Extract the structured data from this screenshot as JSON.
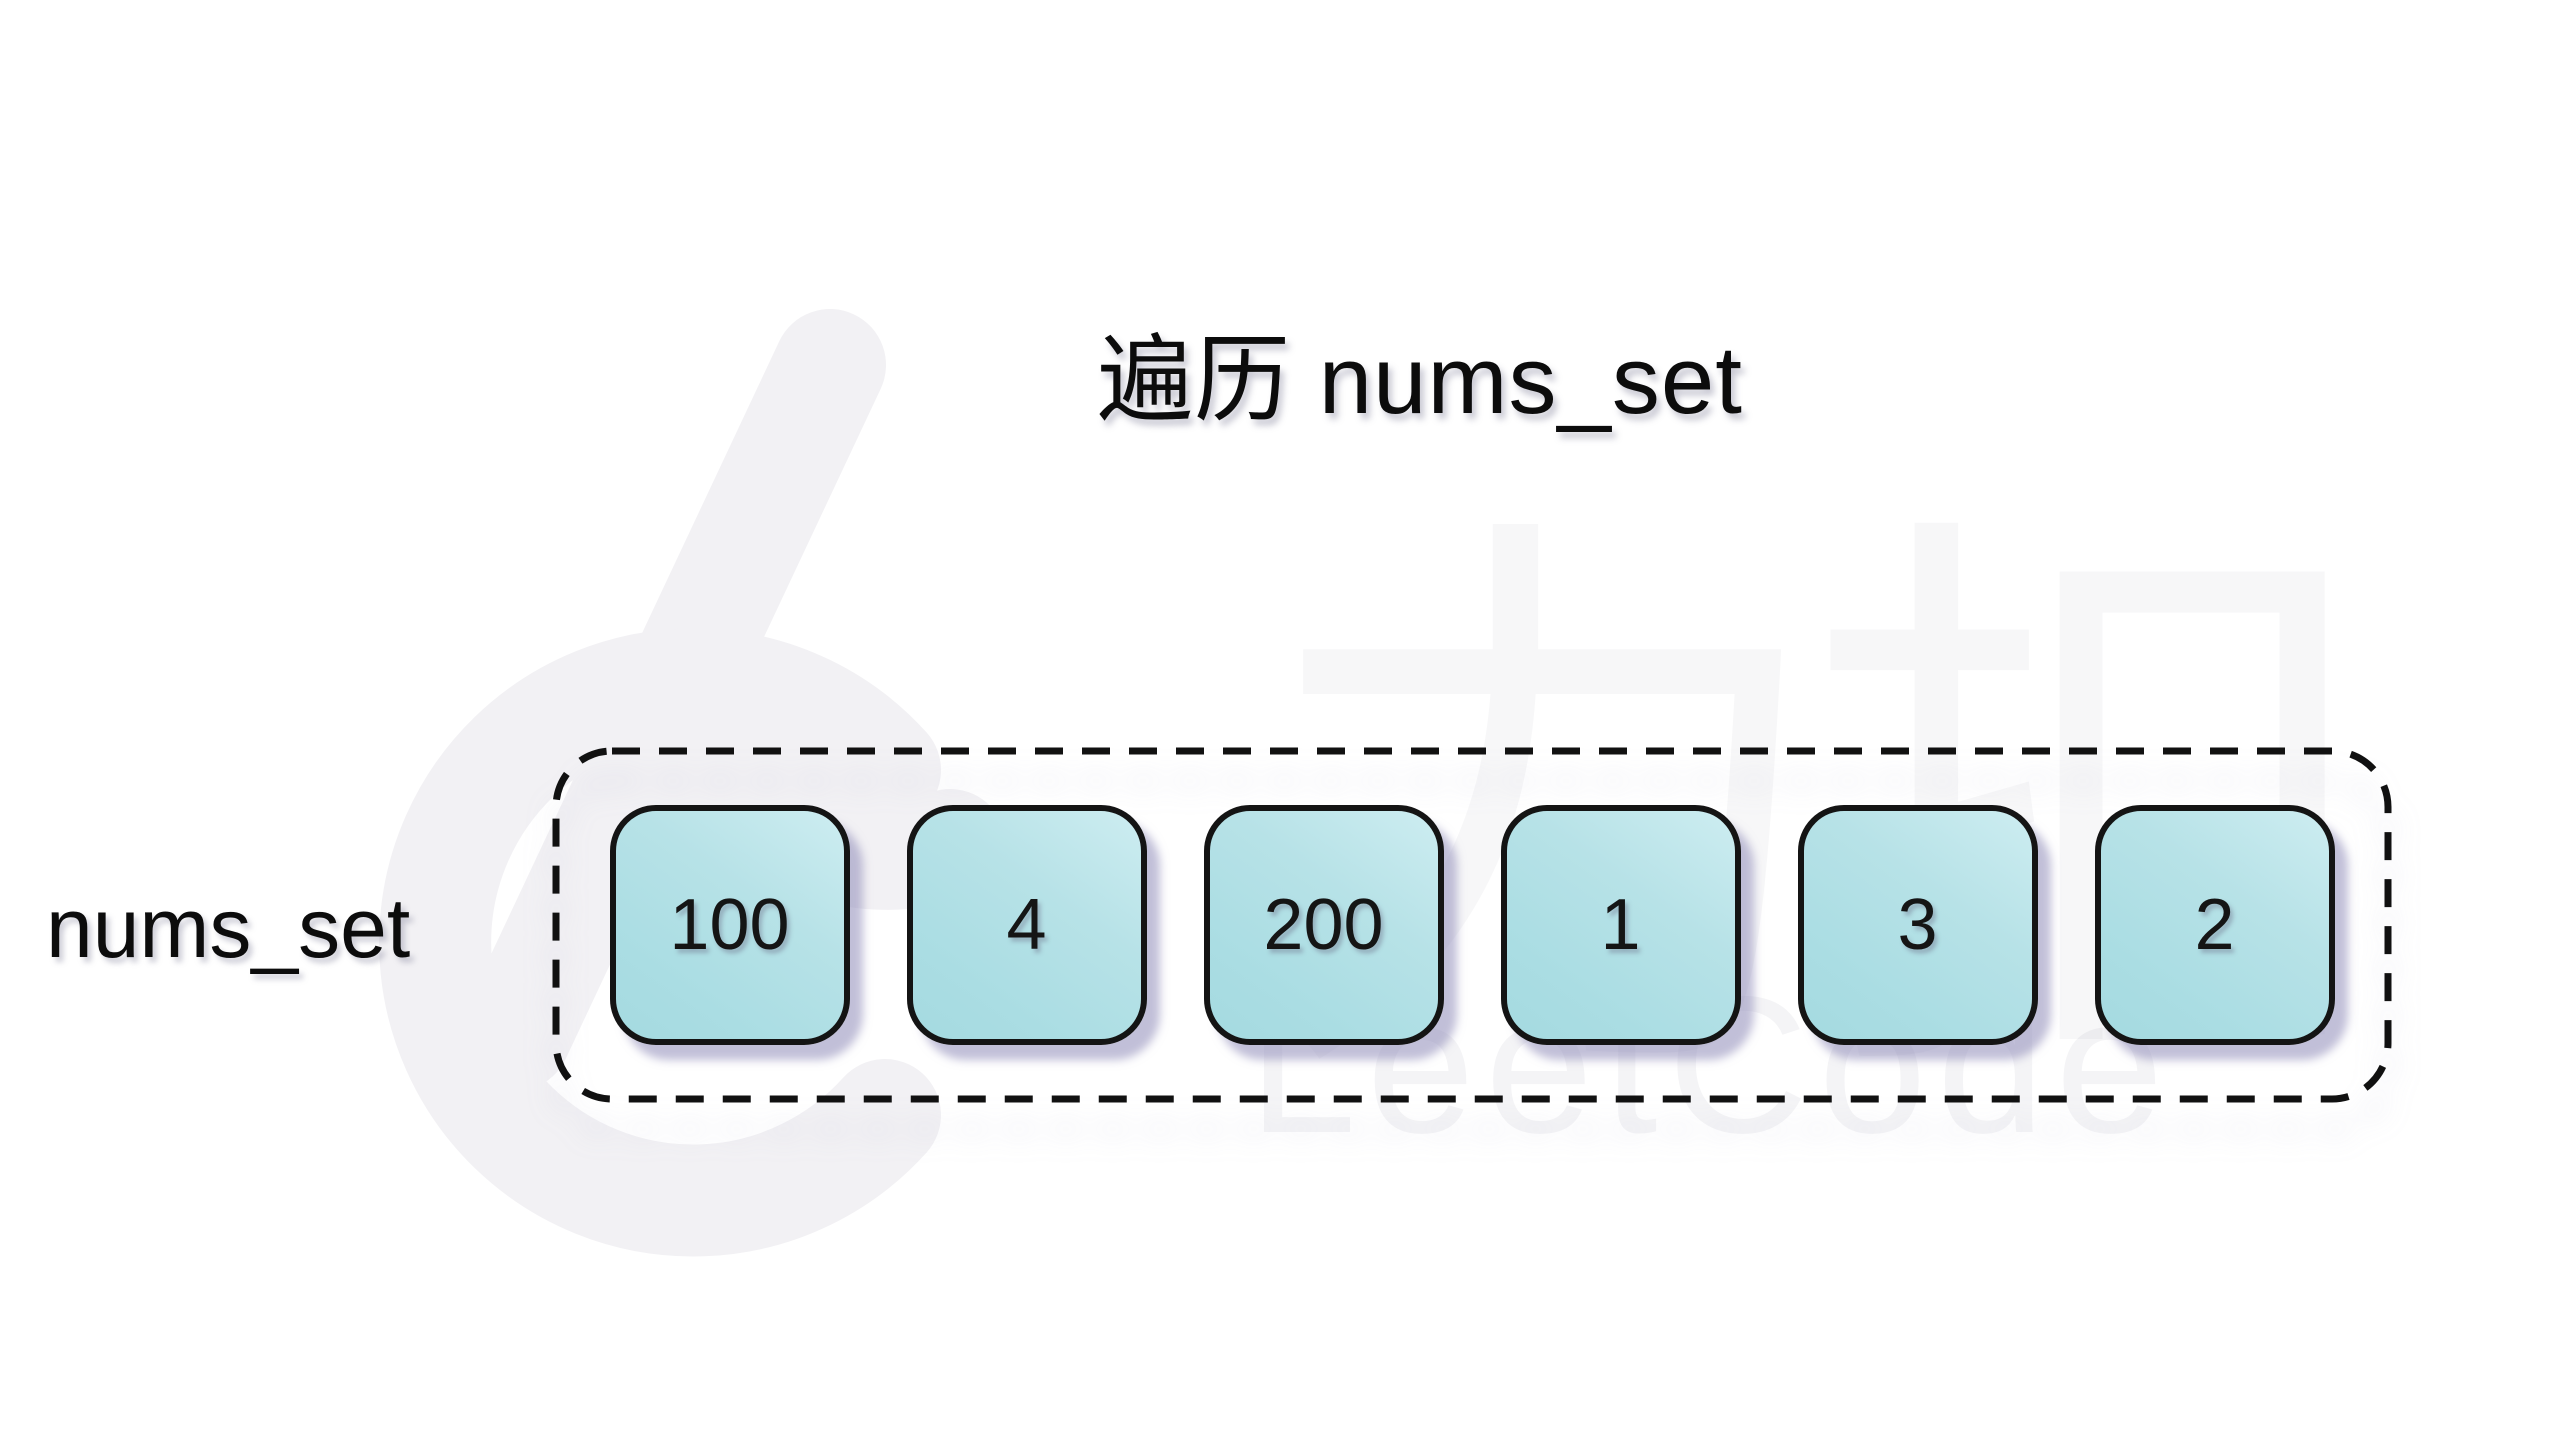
{
  "title": "遍历 nums_set",
  "set": {
    "label": "nums_set",
    "items": [
      "100",
      "4",
      "200",
      "1",
      "3",
      "2"
    ]
  },
  "watermark": {
    "logo": "leetcode-logo",
    "text_cn": "力扣",
    "text_en": "LeetCode"
  },
  "colors": {
    "background": "#ffffff",
    "box_fill": "#b3e0e5",
    "box_fill_highlight": "#cdedf1",
    "box_border": "#141414",
    "box_shadow": "#8e8ab8",
    "dashed_border": "#111111",
    "text": "#0c0c0c",
    "watermark_gray": "#f4f3f5"
  }
}
